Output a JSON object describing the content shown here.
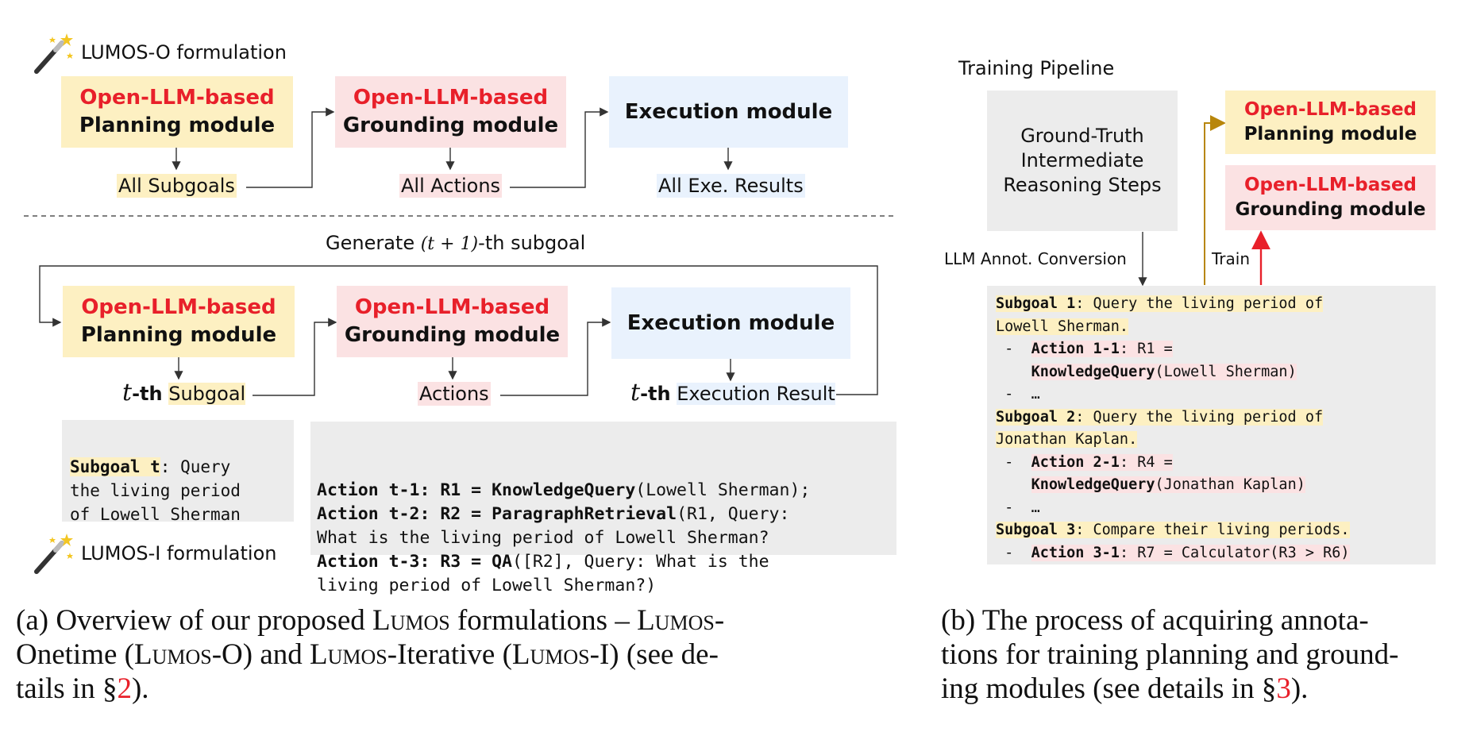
{
  "left": {
    "o_title": "LUMOS-O formulation",
    "i_title": "LUMOS-I formulation",
    "planning_top": "Open-LLM-based",
    "planning_bottom": "Planning module",
    "grounding_top": "Open-LLM-based",
    "grounding_bottom": "Grounding module",
    "execution": "Execution module",
    "all_subgoals": "All Subgoals",
    "all_actions": "All Actions",
    "all_exe_results": "All Exe. Results",
    "generate_pre": "Generate ",
    "generate_math": "(t + 1)",
    "generate_post": "-th subgoal",
    "t_italic": "t",
    "th": "-th",
    "subgoal_word": "Subgoal",
    "actions_word": "Actions",
    "execution_result_word": "Execution Result",
    "subgoal_t_label": "Subgoal t",
    "subgoal_t_text": ": Query\nthe living period\nof Lowell Sherman",
    "actions_code": [
      {
        "label": "Action t-1",
        "pre": ": R1 = ",
        "func": "KnowledgeQuery",
        "rest": "(Lowell Sherman);"
      },
      {
        "label": "Action t-2",
        "pre": ": R2 = ",
        "func": "ParagraphRetrieval",
        "rest": "(R1, Query:"
      },
      {
        "label": "",
        "pre": "",
        "func": "",
        "rest": "What is the living period of Lowell Sherman?"
      },
      {
        "label": "Action t-3",
        "pre": ": R3 = ",
        "func": "QA",
        "rest": "([R2], Query: What is the"
      },
      {
        "label": "",
        "pre": "",
        "func": "",
        "rest": "living period of Lowell Sherman?)"
      }
    ]
  },
  "right": {
    "title": "Training Pipeline",
    "gt_box": "Ground-Truth\nIntermediate\nReasoning Steps",
    "llm_annot": "LLM Annot. Conversion",
    "train": "Train",
    "planning_top": "Open-LLM-based",
    "planning_bottom": "Planning module",
    "grounding_top": "Open-LLM-based",
    "grounding_bottom": "Grounding module",
    "code_lines": [
      {
        "hl": "y",
        "indent": "",
        "bold": "Subgoal 1",
        "rest": ": Query the living period of"
      },
      {
        "hl": "y",
        "indent": "",
        "bold": "",
        "rest": "Lowell Sherman."
      },
      {
        "hl": "r",
        "indent": " -  ",
        "bold": "Action 1-1",
        "rest": ": R1 ="
      },
      {
        "hl": "r",
        "indent": "    ",
        "bold": "KnowledgeQuery",
        "rest": "(Lowell Sherman)"
      },
      {
        "hl": "",
        "indent": " -  ",
        "bold": "",
        "rest": "…"
      },
      {
        "hl": "y",
        "indent": "",
        "bold": "Subgoal 2",
        "rest": ": Query the living period of"
      },
      {
        "hl": "y",
        "indent": "",
        "bold": "",
        "rest": "Jonathan Kaplan."
      },
      {
        "hl": "r",
        "indent": " -  ",
        "bold": "Action 2-1",
        "rest": ": R4 ="
      },
      {
        "hl": "r",
        "indent": "    ",
        "bold": "KnowledgeQuery",
        "rest": "(Jonathan Kaplan)"
      },
      {
        "hl": "",
        "indent": " -  ",
        "bold": "",
        "rest": "…"
      },
      {
        "hl": "y",
        "indent": "",
        "bold": "Subgoal 3",
        "rest": ": Compare their living periods."
      },
      {
        "hl": "r",
        "indent": " -  ",
        "bold": "Action 3-1",
        "rest": ": R7 = Calculator(R3 > R6)"
      }
    ]
  },
  "captions": {
    "a_line1_pre": "(a) Overview of our proposed ",
    "lumos": "Lumos",
    "a_line1_mid": " formulations – ",
    "a_line1_end": "-",
    "a_line2_a": "Onetime (",
    "a_line2_b": "-O) and ",
    "a_line2_c": "-Iterative (",
    "a_line2_d": "-I) (see de-",
    "a_line3_pre": "tails in §",
    "a_ref": "2",
    "a_line3_post": ").",
    "b_line1": "(b) The process of acquiring annota-",
    "b_line2": "tions for training planning and ground-",
    "b_line3_pre": "ing modules (see details in §",
    "b_ref": "3",
    "b_line3_post": ")."
  },
  "colors": {
    "red": "#e8202a",
    "planning_bg": "#fdf0c2",
    "grounding_bg": "#fbe2e3",
    "execution_bg": "#e9f2fd",
    "gray_bg": "#ececec",
    "train_arrow": "#b8860b"
  }
}
